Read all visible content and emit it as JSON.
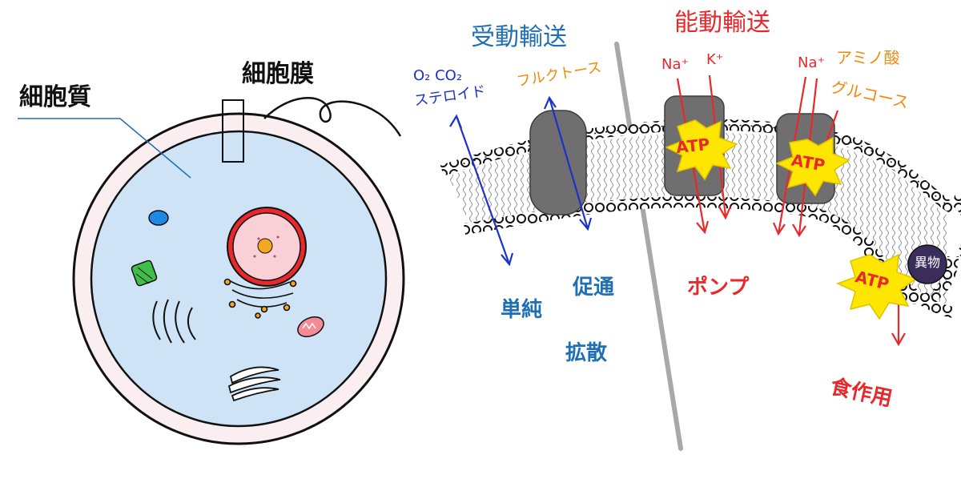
{
  "labels": {
    "cytoplasm": "細胞質",
    "cell_membrane": "細胞膜",
    "passive_transport": "受動輸送",
    "active_transport": "能動輸送",
    "o2_co2": "O₂ CO₂",
    "steroid": "ステロイド",
    "fructose": "フルクトース",
    "simple": "単純",
    "facilitated": "促通",
    "diffusion": "拡散",
    "na_left": "Na⁺",
    "k_plus": "K⁺",
    "na_right": "Na⁺",
    "amino_acid": "アミノ酸",
    "glucose": "グルコース",
    "atp_1": "ATP",
    "atp_2": "ATP",
    "atp_3": "ATP",
    "pump": "ポンプ",
    "foreign_matter": "異物",
    "phagocytosis": "食作用"
  },
  "colors": {
    "passive": "#1f6fb5",
    "active": "#e8282b",
    "handwriting_blue": "#1c32c9",
    "handwriting_orange": "#f08a0c",
    "atp_yellow": "#ffe600",
    "protein_gray": "#6f6f6f",
    "cytoplasm_fill": "#cfe3f7",
    "membrane_pink": "#fbeef0"
  }
}
